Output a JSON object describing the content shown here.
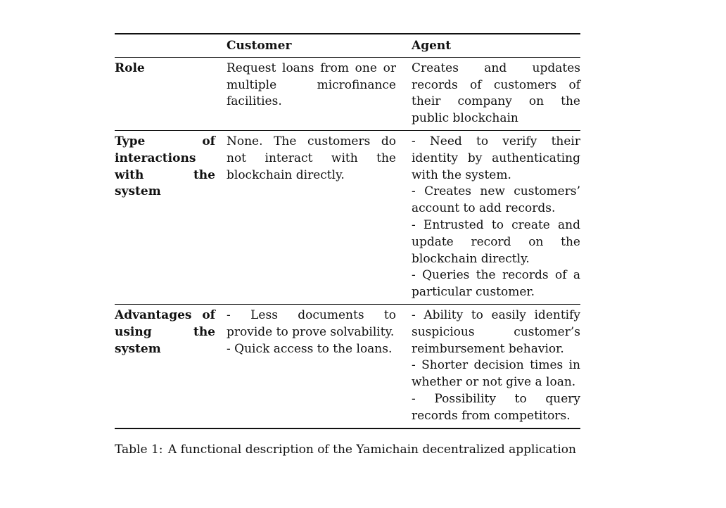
{
  "table": {
    "headers": [
      "",
      "Customer",
      "Agent"
    ],
    "rows": [
      {
        "label": "Role",
        "customer": [
          "Request loans from one or multiple microfinance facilities."
        ],
        "agent": [
          "Creates and updates records of customers of their company on the public blockchain"
        ]
      },
      {
        "label": "Type of interactions with the system",
        "customer": [
          "None. The customers do not interact with the blockchain directly."
        ],
        "agent": [
          "- Need to verify their identity by authenticating with the system.",
          "- Creates new customers’ account to add records.",
          "- Entrusted to create and update record on the blockchain directly.",
          "- Queries the records of a particular customer."
        ]
      },
      {
        "label": "Advantages of using the system",
        "customer": [
          "- Less documents to provide to prove solvability.",
          "- Quick access to the loans."
        ],
        "agent": [
          "- Ability to easily identify suspicious customer’s reimbursement behavior.",
          "- Shorter decision times in whether or not give a loan.",
          "- Possibility to query records from competitors."
        ]
      }
    ]
  },
  "caption": {
    "label": "Table 1:",
    "text": "A functional description of the Yamichain decentralized application"
  }
}
